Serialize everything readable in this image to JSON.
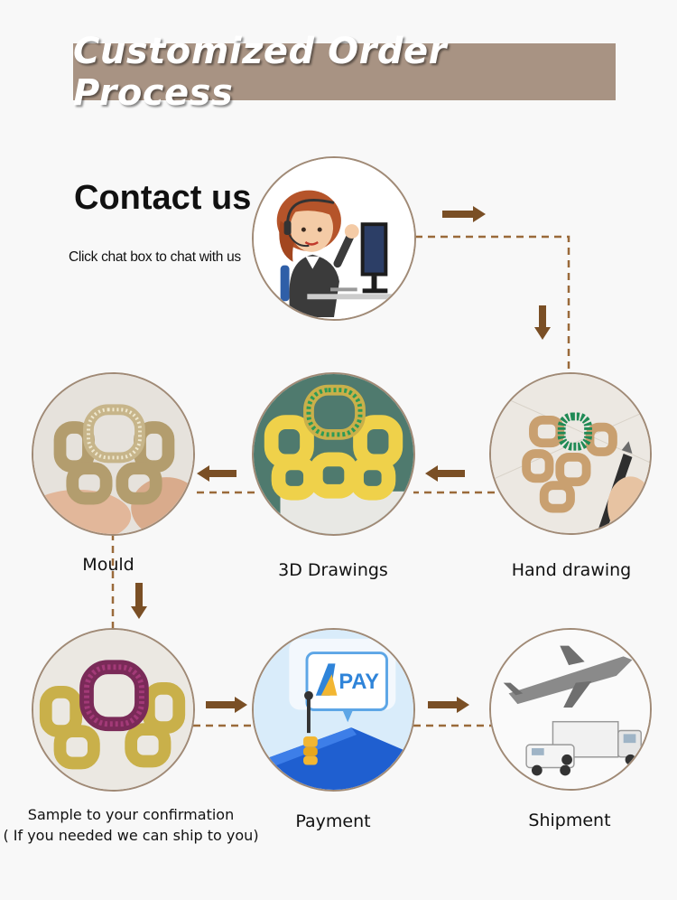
{
  "banner": {
    "title": "Customized Order Process"
  },
  "contact": {
    "heading": "Contact us",
    "subtext": "Click chat box to chat with us"
  },
  "steps": [
    {
      "label": "Hand drawing"
    },
    {
      "label": "3D Drawings"
    },
    {
      "label": "Mould"
    },
    {
      "label": "Sample to your confirmation",
      "label_2": "( If you needed we can ship to you)"
    },
    {
      "label": "Payment"
    },
    {
      "label": "Shipment"
    }
  ],
  "pay_sign": {
    "text": "PAY"
  },
  "colors": {
    "banner": "#a89383",
    "arrow": "#7a4f25",
    "dash": "#9a6a3a",
    "ring": "#a08a76"
  }
}
